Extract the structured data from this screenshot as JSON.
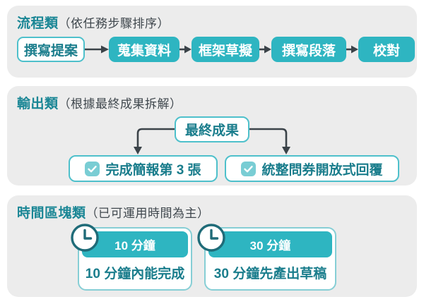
{
  "colors": {
    "teal_fill": "#2eb5c1",
    "teal_border": "#4ec0cb",
    "teal_text_dark": "#1a7d8c",
    "title_teal": "#1a8695",
    "text_dark_gray": "#40484e",
    "panel_bg": "#ececec",
    "arrow": "#3b4349",
    "check_icon_fill": "#79cdd4",
    "clock_stroke": "#1f6b78"
  },
  "sections": [
    {
      "id": "process",
      "title": "流程類",
      "subtitle": "（依任務步驟排序）",
      "steps": [
        {
          "label": "撰寫提案",
          "variant": "outline"
        },
        {
          "label": "蒐集資料",
          "variant": "filled"
        },
        {
          "label": "框架草擬",
          "variant": "filled"
        },
        {
          "label": "撰寫段落",
          "variant": "filled"
        },
        {
          "label": "校對",
          "variant": "filled"
        }
      ],
      "connector_icon": "arrow-right-icon"
    },
    {
      "id": "output",
      "title": "輸出類",
      "subtitle": "（根據最終成果拆解）",
      "root_label": "最終成果",
      "outputs": [
        {
          "label": "完成簡報第 3 張",
          "icon": "check-icon"
        },
        {
          "label": "統整問券開放式回覆",
          "icon": "check-icon"
        }
      ]
    },
    {
      "id": "timeblock",
      "title": "時間區塊類",
      "subtitle": "（已可運用時間為主）",
      "cards": [
        {
          "header": "10 分鐘",
          "body": "10 分鐘內能完成",
          "icon": "clock-icon"
        },
        {
          "header": "30 分鐘",
          "body": "30 分鐘先產出草稿",
          "icon": "clock-icon"
        }
      ]
    }
  ]
}
